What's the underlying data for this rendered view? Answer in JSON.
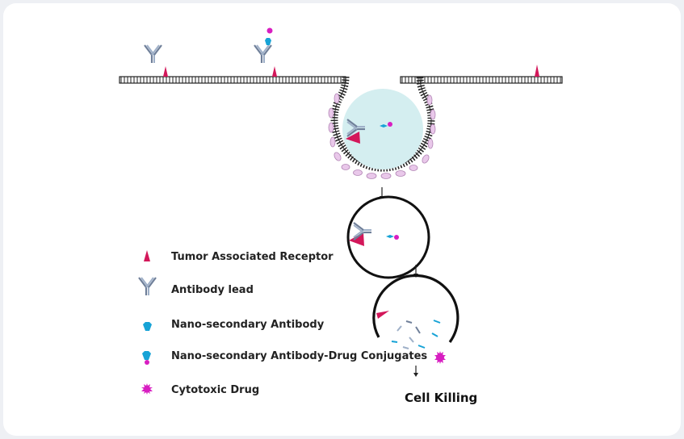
{
  "colors": {
    "receptor": "#d3175a",
    "antibody": "#9fb0c8",
    "antibody_dark": "#6f7f99",
    "nano_secondary": "#17a3d6",
    "drug": "#d81ec1",
    "vesicle_fill": "#d4eef0",
    "lysosome_dots": "#e9c8ea",
    "membrane": "#222222"
  },
  "legend": {
    "items": [
      {
        "icon": "tumor-receptor-icon",
        "label": "Tumor Associated Receptor"
      },
      {
        "icon": "antibody-lead-icon",
        "label": "Antibody lead"
      },
      {
        "icon": "nano-secondary-antibody-icon",
        "label": "Nano-secondary Antibody"
      },
      {
        "icon": "nano-secondary-adc-icon",
        "label": "Nano-secondary Antibody-Drug Conjugates"
      },
      {
        "icon": "cytotoxic-drug-icon",
        "label": "Cytotoxic Drug"
      }
    ]
  },
  "result": {
    "label": "Cell Killing"
  }
}
